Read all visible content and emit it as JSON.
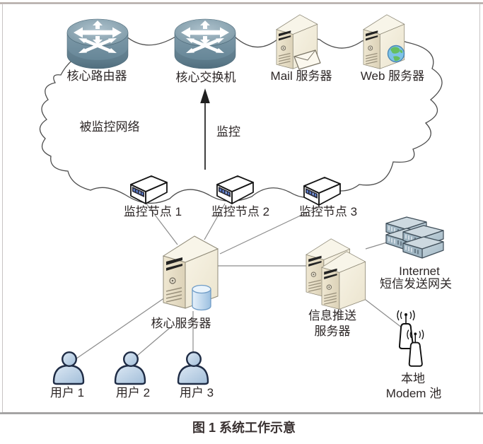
{
  "figure_caption": "图 1 系统工作示意",
  "cloud": {
    "label": "被监控网络"
  },
  "monitor_arrow": {
    "label": "监控",
    "points_to": "核心交换机"
  },
  "nodes": {
    "router": {
      "label": "核心路由器",
      "type": "router"
    },
    "switch": {
      "label": "核心交换机",
      "type": "switch"
    },
    "mail": {
      "label": "Mail 服务器",
      "type": "tower-server-mail"
    },
    "web": {
      "label": "Web 服务器",
      "type": "tower-server-web"
    },
    "node1": {
      "label": "监控节点 1",
      "type": "probe-box"
    },
    "node2": {
      "label": "监控节点 2",
      "type": "probe-box"
    },
    "node3": {
      "label": "监控节点 3",
      "type": "probe-box"
    },
    "core": {
      "label": "核心服务器",
      "type": "tower-server-database"
    },
    "push": {
      "label1": "信息推送",
      "label2": "服务器",
      "type": "tower-server-pair"
    },
    "gateway": {
      "label1": "Internet",
      "label2": "短信发送网关",
      "type": "rack-stack"
    },
    "modem": {
      "label1": "本地",
      "label2": "Modem 池",
      "type": "antenna-modem-pair"
    },
    "user1": {
      "label": "用户 1",
      "type": "person"
    },
    "user2": {
      "label": "用户 2",
      "type": "person"
    },
    "user3": {
      "label": "用户 3",
      "type": "person"
    }
  },
  "edges": [
    {
      "from": "node1",
      "to": "core"
    },
    {
      "from": "node2",
      "to": "core"
    },
    {
      "from": "node3",
      "to": "core"
    },
    {
      "from": "core",
      "to": "push"
    },
    {
      "from": "push",
      "to": "gateway"
    },
    {
      "from": "push",
      "to": "modem"
    },
    {
      "from": "core",
      "to": "user1"
    },
    {
      "from": "core",
      "to": "user2"
    },
    {
      "from": "core",
      "to": "user3"
    }
  ],
  "colors": {
    "router_body": "#6e8d9e",
    "server_cream": "#f3eede",
    "server_shade": "#e4dbc4",
    "database_blue": "#a4c6e4",
    "person_blue": "#b9cfe6",
    "rack_blue_gray": "#b6c8d3",
    "line_gray": "#8c8c8c",
    "frame_gray": "#c2bebe",
    "text_dark": "#2d2727"
  }
}
